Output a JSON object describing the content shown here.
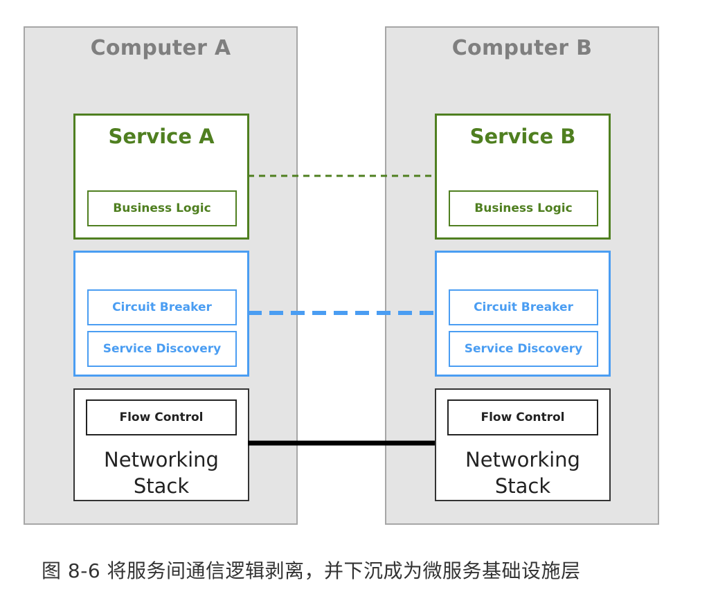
{
  "computers": [
    {
      "title": "Computer A",
      "service": {
        "title": "Service A",
        "business_logic": "Business Logic"
      },
      "sidecar": {
        "circuit_breaker": "Circuit Breaker",
        "service_discovery": "Service Discovery"
      },
      "network": {
        "flow_control": "Flow Control",
        "stack_line1": "Networking",
        "stack_line2": "Stack"
      }
    },
    {
      "title": "Computer B",
      "service": {
        "title": "Service B",
        "business_logic": "Business Logic"
      },
      "sidecar": {
        "circuit_breaker": "Circuit Breaker",
        "service_discovery": "Service Discovery"
      },
      "network": {
        "flow_control": "Flow Control",
        "stack_line1": "Networking",
        "stack_line2": "Stack"
      }
    }
  ],
  "caption": "图 8-6 将服务间通信逻辑剥离，并下沉成为微服务基础设施层",
  "colors": {
    "service_green": "#4f7f20",
    "sidecar_blue": "#4a9df2",
    "network_black": "#000000",
    "computer_bg": "#e4e4e4",
    "computer_border": "#a6a6a6",
    "computer_title": "#7f7f7f"
  }
}
